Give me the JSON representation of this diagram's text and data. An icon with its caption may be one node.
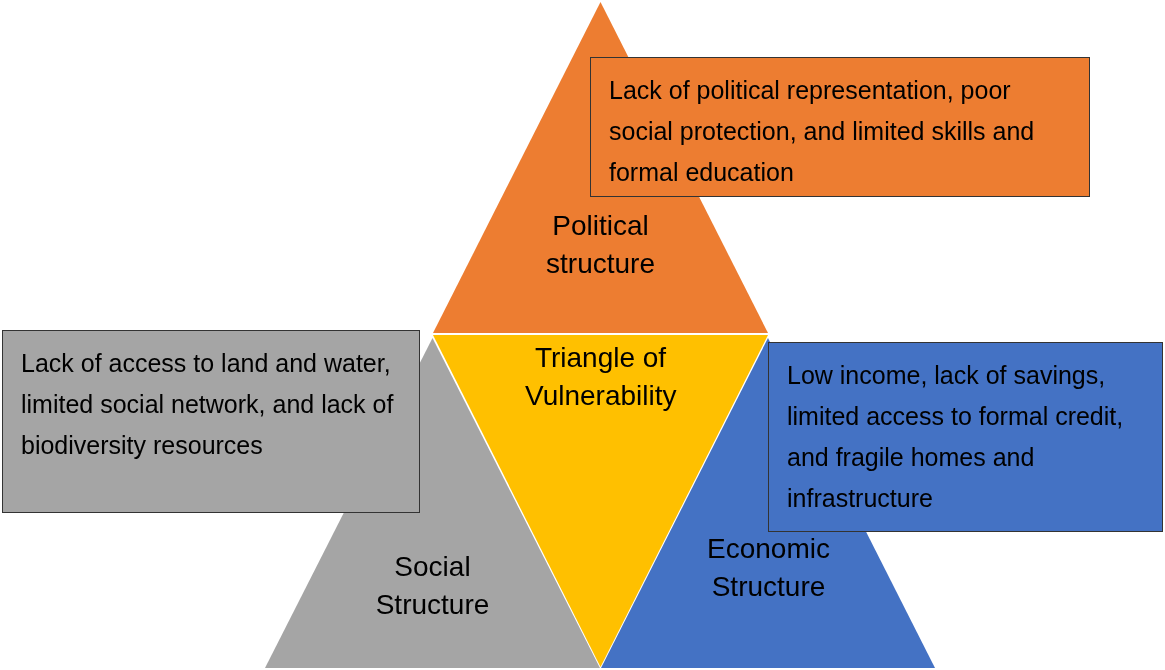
{
  "diagram": {
    "nodes": [
      {
        "text": [
          "Political structure"
        ]
      },
      {
        "text": [
          "Lack of political representation, poor social protection, and limited skills and formal education"
        ]
      },
      {
        "text": [
          "Lack of access to land and water, limited social network, and lack of biodiversity resources"
        ]
      },
      {
        "text": [
          "Triangle of Vulnerability"
        ]
      },
      {
        "text": [
          "Low income, lack of savings, limited access to formal credit, and fragile homes and infrastructure"
        ]
      },
      {
        "text": [
          "Social Structure"
        ]
      },
      {
        "text": [
          "Economic Structure"
        ]
      }
    ],
    "edges": []
  }
}
